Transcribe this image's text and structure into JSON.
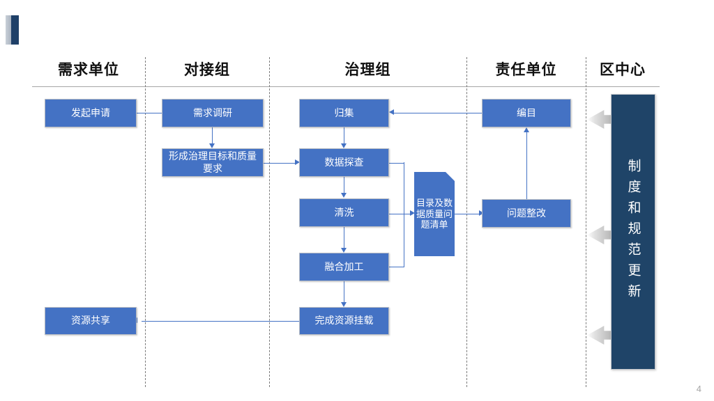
{
  "slide": {
    "page_number": "4",
    "accent_colors": {
      "light_bar": "#b3bcc6",
      "dark_bar": "#1f4068"
    }
  },
  "theme": {
    "node_fill": "#4472c4",
    "node_text": "#ffffff",
    "banner_fill": "#1f4468",
    "connector": "#4472c4",
    "divider": "#7b7b7b",
    "rule": "#a6a6a6",
    "gray_arrow": "#bdbdbd"
  },
  "lanes": [
    {
      "id": "demand-unit",
      "label": "需求单位"
    },
    {
      "id": "liaison-group",
      "label": "对接组"
    },
    {
      "id": "governance-group",
      "label": "治理组"
    },
    {
      "id": "responsible-unit",
      "label": "责任单位"
    },
    {
      "id": "district-center",
      "label": "区中心"
    }
  ],
  "nodes": [
    {
      "id": "initiate-application",
      "label": "发起申请",
      "lane": "demand-unit"
    },
    {
      "id": "resource-sharing",
      "label": "资源共享",
      "lane": "demand-unit"
    },
    {
      "id": "requirement-research",
      "label": "需求调研",
      "lane": "liaison-group"
    },
    {
      "id": "form-goals",
      "label": "形成治理目标和质量要求",
      "lane": "liaison-group"
    },
    {
      "id": "collect",
      "label": "归集",
      "lane": "governance-group"
    },
    {
      "id": "data-exploration",
      "label": "数据探查",
      "lane": "governance-group"
    },
    {
      "id": "cleaning",
      "label": "清洗",
      "lane": "governance-group"
    },
    {
      "id": "fusion-processing",
      "label": "融合加工",
      "lane": "governance-group"
    },
    {
      "id": "complete-mounting",
      "label": "完成资源挂载",
      "lane": "governance-group"
    },
    {
      "id": "issue-list",
      "label": "目录及数据质量问题清单",
      "lane": "governance-group",
      "shape": "document"
    },
    {
      "id": "cataloging",
      "label": "编目",
      "lane": "responsible-unit"
    },
    {
      "id": "issue-rectification",
      "label": "问题整改",
      "lane": "responsible-unit"
    }
  ],
  "banner": {
    "id": "policy-standard-update",
    "label": "制度和规范更新",
    "arrow_count": 3,
    "arrow_direction": "left"
  },
  "flows": [
    {
      "from": "initiate-application",
      "to": "requirement-research"
    },
    {
      "from": "requirement-research",
      "to": "form-goals"
    },
    {
      "from": "form-goals",
      "to": "data-exploration"
    },
    {
      "from": "cataloging",
      "to": "collect"
    },
    {
      "from": "collect",
      "to": "data-exploration"
    },
    {
      "from": "data-exploration",
      "to": "cleaning"
    },
    {
      "from": "cleaning",
      "to": "fusion-processing"
    },
    {
      "from": "data-exploration",
      "to": "issue-list"
    },
    {
      "from": "cleaning",
      "to": "issue-list"
    },
    {
      "from": "fusion-processing",
      "to": "issue-list"
    },
    {
      "from": "issue-list",
      "to": "issue-rectification"
    },
    {
      "from": "issue-rectification",
      "to": "cataloging"
    },
    {
      "from": "fusion-processing",
      "to": "complete-mounting"
    },
    {
      "from": "complete-mounting",
      "to": "resource-sharing"
    }
  ]
}
